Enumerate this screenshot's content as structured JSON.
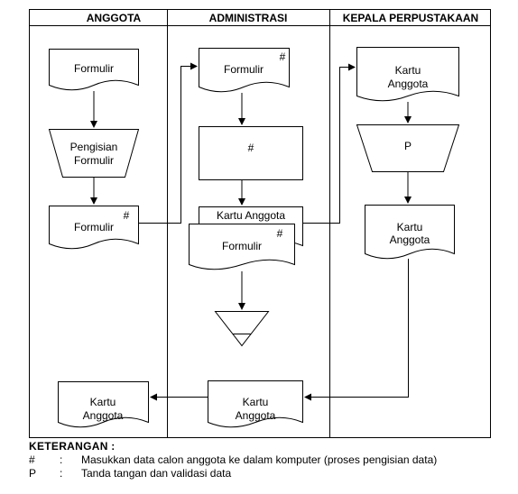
{
  "lanes": {
    "anggota": "ANGGOTA",
    "administrasi": "ADMINISTRASI",
    "kepala": "KEPALA PERPUSTAKAAN"
  },
  "shapes": {
    "anggota_formulir_1": "Formulir",
    "anggota_pengisian": [
      "Pengisian",
      "Formulir"
    ],
    "anggota_formulir_2": "Formulir",
    "anggota_formulir_2_mark": "#",
    "anggota_kartu": [
      "Kartu",
      "Anggota"
    ],
    "admin_formulir_1": "Formulir",
    "admin_formulir_1_mark": "#",
    "admin_process": "#",
    "admin_kartu_anggota": "Kartu Anggota",
    "admin_formulir_2": "Formulir",
    "admin_formulir_2_mark": "#",
    "admin_kartu_out": [
      "Kartu",
      "Anggota"
    ],
    "kepala_kartu_1": [
      "Kartu",
      "Anggota"
    ],
    "kepala_p": "P",
    "kepala_kartu_2": [
      "Kartu",
      "Anggota"
    ]
  },
  "legend": {
    "title": "KETERANGAN :",
    "items": [
      {
        "symbol": "#",
        "sep": ":",
        "text": "Masukkan data calon anggota ke dalam komputer (proses pengisian data)"
      },
      {
        "symbol": "P",
        "sep": ":",
        "text": "Tanda tangan dan validasi data"
      }
    ]
  }
}
